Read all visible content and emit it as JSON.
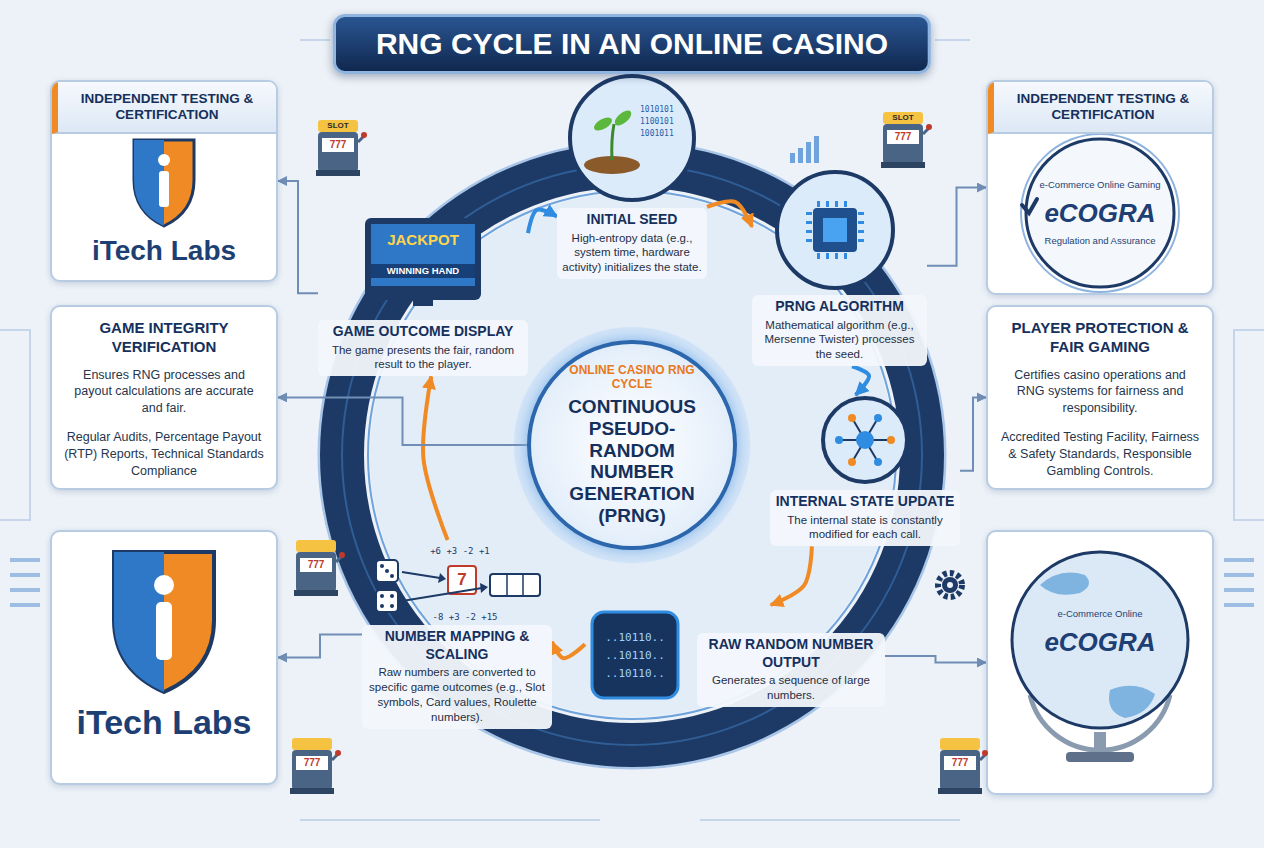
{
  "diagram": {
    "title": "RNG CYCLE IN AN ONLINE CASINO",
    "nodes": [
      {
        "text": [
          "INDEPENDENT TESTING & CERTIFICATION",
          "iTech Labs"
        ]
      },
      {
        "text": [
          "GAME INTEGRITY VERIFICATION",
          "Ensures RNG processes and payout calculations are accurate and fair.",
          "Regular Audits, Percentage Payout (RTP) Reports, Technical Standards Compliance"
        ]
      },
      {
        "text": [
          "iTech Labs"
        ]
      },
      {
        "text": [
          "INDEPENDENT TESTING & CERTIFICATION",
          "e-Commerce Online Gaming",
          "eCOGRA",
          "Regulation and Assurance"
        ]
      },
      {
        "text": [
          "PLAYER PROTECTION & FAIR GAMING",
          "Certifies casino operations and RNG systems for fairness and responsibility.",
          "Accredited Testing Facility, Fairness & Safety Standards, Responsible Gambling Controls."
        ]
      },
      {
        "text": [
          "e-Commerce Online",
          "eCOGRA"
        ]
      },
      {
        "text": [
          "ONLINE CASINO RNG CYCLE",
          "CONTINUOUS PSEUDO-RANDOM NUMBER GENERATION (PRNG)"
        ]
      },
      {
        "text": [
          "INITIAL SEED",
          "High-entropy data (e.g., system time, hardware activity) initializes the state."
        ]
      },
      {
        "text": [
          "PRNG ALGORITHM",
          "Mathematical algorithm (e.g., Mersenne Twister) processes the seed."
        ]
      },
      {
        "text": [
          "INTERNAL STATE UPDATE",
          "The internal state is constantly modified for each call."
        ]
      },
      {
        "text": [
          "RAW RANDOM NUMBER OUTPUT",
          "Generates a sequence of large numbers."
        ]
      },
      {
        "text": [
          "NUMBER MAPPING & SCALING",
          "Raw numbers are converted to specific game outcomes (e.g., Slot symbols, Card values, Roulette numbers)."
        ]
      },
      {
        "text": [
          "GAME OUTCOME DISPLAY",
          "The game presents the fair, random result to the player."
        ]
      }
    ],
    "edges": [
      {
        "from": 7,
        "to": 8,
        "arrow": "to"
      },
      {
        "from": 8,
        "to": 9,
        "arrow": "to"
      },
      {
        "from": 9,
        "to": 10,
        "arrow": "to"
      },
      {
        "from": 10,
        "to": 11,
        "arrow": "to"
      },
      {
        "from": 11,
        "to": 12,
        "arrow": "to"
      },
      {
        "from": 12,
        "to": 7,
        "arrow": "to"
      },
      {
        "from": 12,
        "to": 0,
        "arrow": "to"
      },
      {
        "from": 6,
        "to": 1,
        "arrow": "to"
      },
      {
        "from": 11,
        "to": 2,
        "arrow": "to"
      },
      {
        "from": 8,
        "to": 3,
        "arrow": "to"
      },
      {
        "from": 9,
        "to": 4,
        "arrow": "to"
      },
      {
        "from": 10,
        "to": 5,
        "arrow": "to"
      }
    ],
    "labels": [
      "SLOT",
      "777",
      "SLOT",
      "777",
      "777",
      "777",
      "777",
      "1010101",
      "1100101",
      "1001011",
      "JACKPOT",
      "WINNING HAND",
      "+6 +3 -2 +1",
      "7",
      "-8 +3 -2 +15",
      "..10110..",
      "..10110..",
      "..10110.."
    ]
  }
}
